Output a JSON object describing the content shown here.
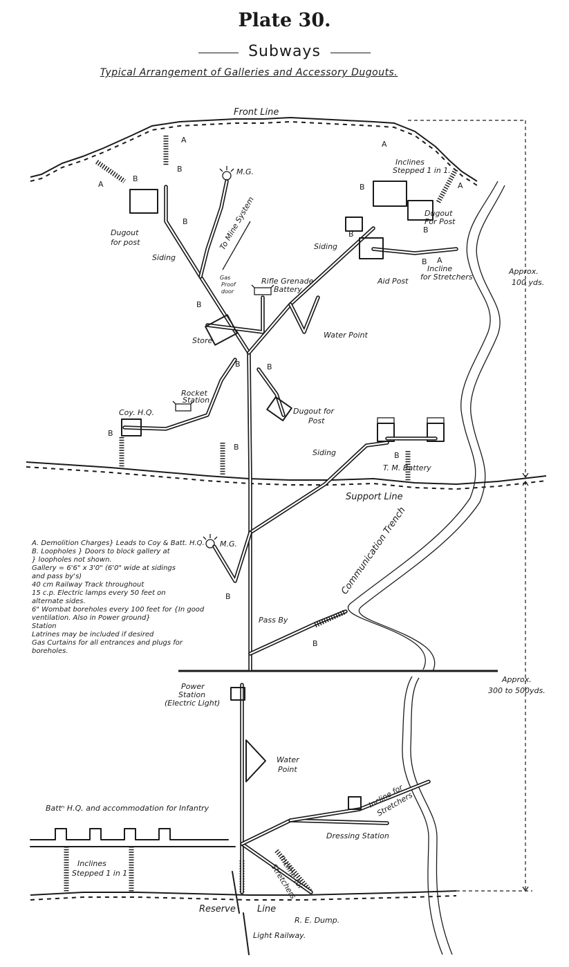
{
  "header": {
    "plate": "Plate 30.",
    "title": "Subways",
    "caption": "Typical Arrangement of Galleries and Accessory Dugouts."
  },
  "lines": {
    "front": "Front Line",
    "support": "Support Line",
    "reserve": "Reserve",
    "reserve_suffix": "Line",
    "communication": "Communication Trench"
  },
  "labels": {
    "mg_top": "M.G.",
    "mg_lower": "M.G.",
    "inclines_stepped_top": "Inclines",
    "inclines_stepped_top2": "Stepped 1 in 1.",
    "dugout_for_post_right": "Dugout",
    "dugout_for_post_right2": "For Post",
    "dugout_for_post_left": "Dugout",
    "dugout_for_post_left2": "for post",
    "to_mine_system": "To Mine System",
    "siding_left": "Siding",
    "siding_right": "Siding",
    "siding_lower": "Siding",
    "incline_stretchers": "Incline",
    "incline_stretchers2": "for Stretchers",
    "aid_post": "Aid Post",
    "gas_proof_door": "Gas",
    "gas_proof_door2": "Proof",
    "gas_proof_door3": "door",
    "rifle_grenade": "Rifle Grenade",
    "rifle_grenade2": "Battery",
    "store": "Store",
    "water_point": "Water Point",
    "rocket_station": "Rocket",
    "rocket_station2": "Station",
    "coy_hq": "Coy. H.Q.",
    "dugout_for_post_mid": "Dugout for",
    "dugout_for_post_mid2": "Post",
    "tm_battery": "T. M. Battery",
    "pass_by": "Pass By",
    "power_station": "Power",
    "power_station2": "Station",
    "power_station3": "(Electric Light)",
    "water_point_lower": "Water",
    "water_point_lower2": "Point",
    "battn_hq": "Battⁿ H.Q. and accommodation for Infantry",
    "incline_for_stretchers_lower": "Incline for",
    "incline_for_stretchers_lower2": "Stretchers",
    "dressing_station": "Dressing Station",
    "incline_for_stretchers_diag": "Incline for",
    "incline_for_stretchers_diag2": "Stretchers",
    "inclines_stepped_lower": "Inclines",
    "inclines_stepped_lower2": "Stepped 1 in 1",
    "re_dump": "R. E. Dump.",
    "light_railway": "Light Railway.",
    "approx_top": "Approx.",
    "approx_top2": "100 yds.",
    "approx_bottom": "Approx.",
    "approx_bottom2": "300 to 500yds."
  },
  "letters": {
    "a": "A",
    "b": "B"
  },
  "legend": [
    "A. Demolition Charges} Leads to Coy & Batt. H.Q.",
    "B. Loopholes } Doors to block gallery at",
    "                         } loopholes not shown.",
    "Gallery = 6'6\" x 3'0\" (6'0\" wide at sidings",
    "        and pass by's)",
    "40 cm Railway Track throughout",
    "15 c.p. Electric lamps every 50 feet on",
    "        alternate sides.",
    "6\" Wombat boreholes every 100 feet for {In good",
    "   ventilation. Also in Power        ground}",
    "   Station",
    "Latrines may be included if desired",
    "Gas Curtains for all entrances and plugs for",
    "        boreholes."
  ]
}
